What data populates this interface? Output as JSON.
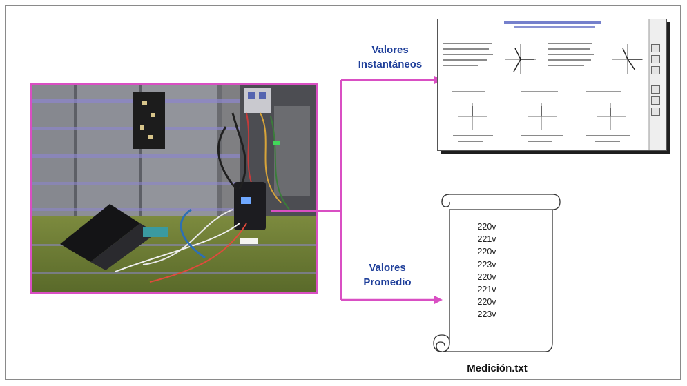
{
  "labels": {
    "instantaneous": [
      "Valores",
      "Instantáneos"
    ],
    "average": [
      "Valores",
      "Promedio"
    ]
  },
  "file": {
    "name": "Medición.txt",
    "lines": [
      "220v",
      "221v",
      "220v",
      "223v",
      "220v",
      "221v",
      "220v",
      "223v"
    ]
  },
  "colors": {
    "connector": "#d94fc3",
    "label_text": "#1f3f9a",
    "frame": "#8a8a8a"
  },
  "icons": {
    "photo": "power-analyzer-photo",
    "screen": "analyzer-software-screenshot",
    "scroll": "scroll-document-icon"
  }
}
